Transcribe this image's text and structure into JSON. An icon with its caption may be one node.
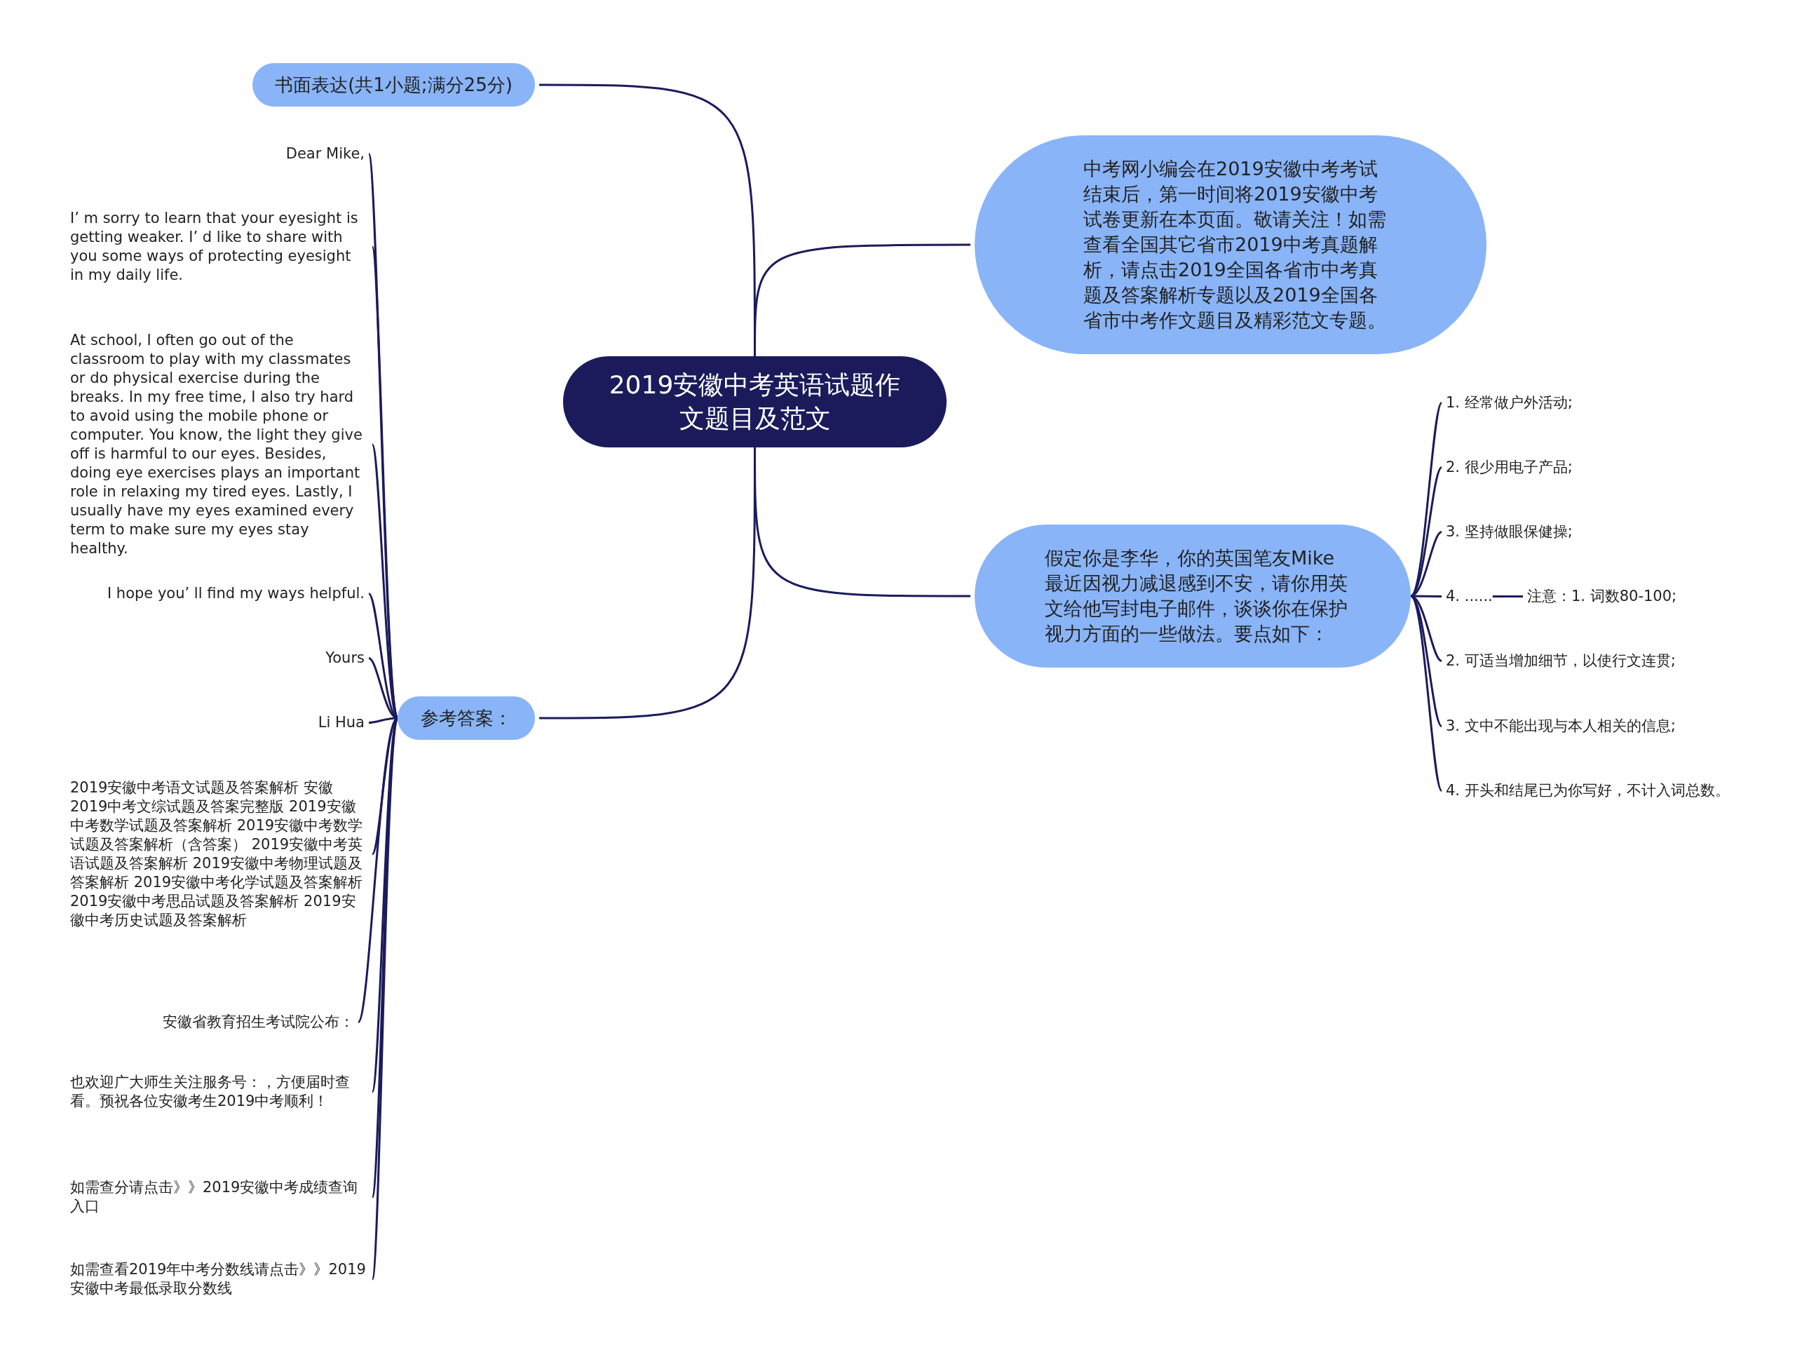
{
  "diagram": {
    "nodes": [
      {
        "text": [
          "2019安徽中考英语试题作文题目及范文"
        ]
      },
      {
        "text": [
          "书面表达(共1小题;满分25分)"
        ]
      },
      {
        "text": [
          "Dear Mike,"
        ]
      },
      {
        "text": [
          "I’ m sorry to learn that your eyesight is getting weaker. I’ d like to share with you some ways of protecting eyesight in my daily life."
        ]
      },
      {
        "text": [
          "At school, I often go out of the classroom to play with my classmates or do physical exercise during the breaks. In my free time, I also try hard to avoid using the mobile phone or computer. You know, the light they give off is harmful to our eyes. Besides, doing eye exercises plays an important role in relaxing my tired eyes. Lastly, I usually have my eyes examined every term to make sure my eyes stay healthy."
        ]
      },
      {
        "text": [
          "I hope you’ ll find my ways helpful."
        ]
      },
      {
        "text": [
          "Yours"
        ]
      },
      {
        "text": [
          "Li Hua"
        ]
      },
      {
        "text": [
          "参考答案："
        ]
      },
      {
        "text": [
          "2019安徽中考语文试题及答案解析 安徽2019中考文综试题及答案完整版 2019安徽中考数学试题及答案解析 2019安徽中考数学试题及答案解析（含答案） 2019安徽中考英语试题及答案解析 2019安徽中考物理试题及答案解析 2019安徽中考化学试题及答案解析 2019安徽中考思品试题及答案解析 2019安徽中考历史试题及答案解析"
        ]
      },
      {
        "text": [
          "安徽省教育招生考试院公布："
        ]
      },
      {
        "text": [
          "也欢迎广大师生关注服务号：，方便届时查看。预祝各位安徽考生2019中考顺利！"
        ]
      },
      {
        "text": [
          "如需查分请点击》》2019安徽中考成绩查询入口"
        ]
      },
      {
        "text": [
          "如需查看2019年中考分数线请点击》》2019安徽中考最低录取分数线"
        ]
      },
      {
        "text": [
          "中考网小编会在2019安徽中考考试结束后，第一时间将2019安徽中考试卷更新在本页面。敬请关注！如需查看全国其它省市2019中考真题解析，请点击2019全国各省市中考真题及答案解析专题以及2019全国各省市中考作文题目及精彩范文专题。"
        ]
      },
      {
        "text": [
          "假定你是李华，你的英国笔友Mike最近因视力减退感到不安，请你用英文给他写封电子邮件，谈谈你在保护视力方面的一些做法。要点如下："
        ]
      },
      {
        "text": [
          "1. 经常做户外活动;"
        ]
      },
      {
        "text": [
          "2. 很少用电子产品;"
        ]
      },
      {
        "text": [
          "3. 坚持做眼保健操;"
        ]
      },
      {
        "text": [
          "4. ......"
        ]
      },
      {
        "text": [
          "注意：1. 词数80-100;"
        ]
      },
      {
        "text": [
          "2. 可适当增加细节，以使行文连贯;"
        ]
      },
      {
        "text": [
          "3. 文中不能出现与本人相关的信息;"
        ]
      },
      {
        "text": [
          "4. 开头和结尾已为你写好，不计入词总数。"
        ]
      }
    ],
    "edges": [
      {
        "from": 0,
        "to": 1,
        "arrow": "none"
      },
      {
        "from": 0,
        "to": 8,
        "arrow": "none"
      },
      {
        "from": 0,
        "to": 14,
        "arrow": "none"
      },
      {
        "from": 0,
        "to": 15,
        "arrow": "none"
      },
      {
        "from": 8,
        "to": 2,
        "arrow": "none"
      },
      {
        "from": 8,
        "to": 3,
        "arrow": "none"
      },
      {
        "from": 8,
        "to": 4,
        "arrow": "none"
      },
      {
        "from": 8,
        "to": 5,
        "arrow": "none"
      },
      {
        "from": 8,
        "to": 6,
        "arrow": "none"
      },
      {
        "from": 8,
        "to": 7,
        "arrow": "none"
      },
      {
        "from": 8,
        "to": 9,
        "arrow": "none"
      },
      {
        "from": 8,
        "to": 10,
        "arrow": "none"
      },
      {
        "from": 8,
        "to": 11,
        "arrow": "none"
      },
      {
        "from": 8,
        "to": 12,
        "arrow": "none"
      },
      {
        "from": 8,
        "to": 13,
        "arrow": "none"
      },
      {
        "from": 15,
        "to": 16,
        "arrow": "none"
      },
      {
        "from": 15,
        "to": 17,
        "arrow": "none"
      },
      {
        "from": 15,
        "to": 18,
        "arrow": "none"
      },
      {
        "from": 15,
        "to": 19,
        "arrow": "none"
      },
      {
        "from": 19,
        "to": 20,
        "arrow": "none"
      },
      {
        "from": 15,
        "to": 21,
        "arrow": "none"
      },
      {
        "from": 15,
        "to": 22,
        "arrow": "none"
      },
      {
        "from": 15,
        "to": 23,
        "arrow": "none"
      }
    ]
  }
}
